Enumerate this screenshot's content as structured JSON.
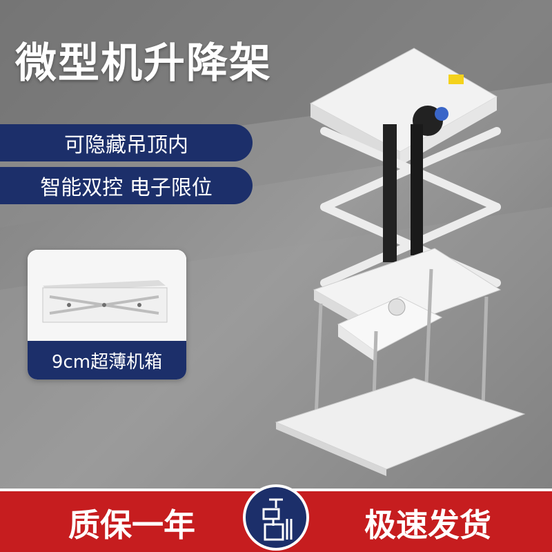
{
  "headline": "微型机升降架",
  "features": [
    "可隐藏吊顶内",
    "智能双控 电子限位"
  ],
  "inset": {
    "caption": "9cm超薄机箱",
    "image": "slim-chassis-scissor-lift"
  },
  "product_image": "ceiling-projector-scissor-lift",
  "footer": {
    "left": "质保一年",
    "right": "极速发货",
    "badge_icon": "lift-bracket-icon"
  },
  "colors": {
    "navy": "#1c2f6a",
    "red": "#c61d1f",
    "background": "#8a8a8a"
  }
}
